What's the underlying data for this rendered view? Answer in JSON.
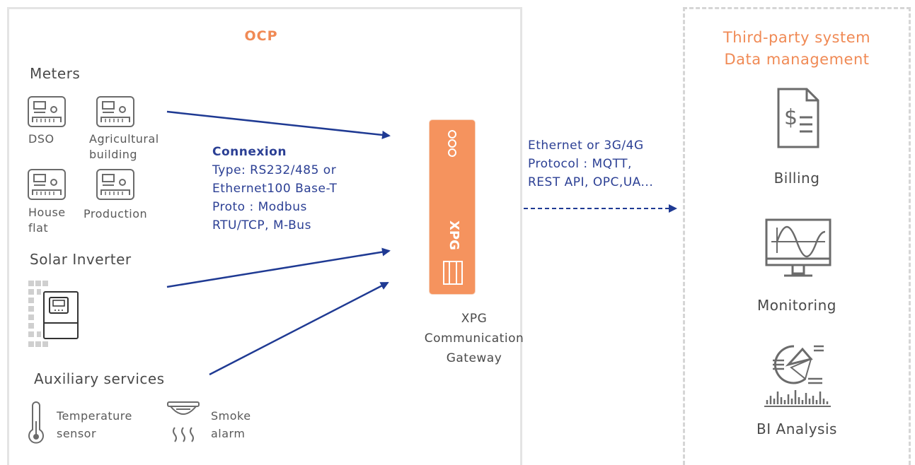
{
  "ocp": {
    "title": "OCP",
    "meters": {
      "heading": "Meters",
      "items": [
        {
          "label": "DSO"
        },
        {
          "label": "Agricultural building"
        },
        {
          "label": "House flat"
        },
        {
          "label": "Production"
        }
      ]
    },
    "solar": {
      "heading": "Solar Inverter"
    },
    "auxiliary": {
      "heading": "Auxiliary services",
      "items": [
        {
          "label_line1": "Temperature",
          "label_line2": "sensor"
        },
        {
          "label_line1": "Smoke",
          "label_line2": "alarm"
        }
      ]
    },
    "connexion": {
      "title": "Connexion",
      "lines": [
        "Type: RS232/485 or",
        "Ethernet100 Base-T",
        "Proto : Modbus",
        "RTU/TCP, M-Bus"
      ]
    },
    "gateway": {
      "logo": "XPG",
      "label_lines": [
        "XPG",
        "Communication",
        "Gateway"
      ]
    }
  },
  "uplink": {
    "lines": [
      "Ethernet or 3G/4G",
      "Protocol : MQTT,",
      "REST API, OPC,UA..."
    ]
  },
  "third_party": {
    "title_lines": [
      "Third-party system",
      "Data management"
    ],
    "services": [
      {
        "label": "Billing",
        "icon": "invoice-dollar-icon"
      },
      {
        "label": "Monitoring",
        "icon": "monitor-wave-icon"
      },
      {
        "label": "BI Analysis",
        "icon": "bi-analysis-icon"
      }
    ]
  },
  "colors": {
    "accent": "#f08a55",
    "arrow": "#1f3a93",
    "text": "#4a4a4a",
    "icon": "#6b6b6b",
    "border": "#e4e4e4"
  }
}
